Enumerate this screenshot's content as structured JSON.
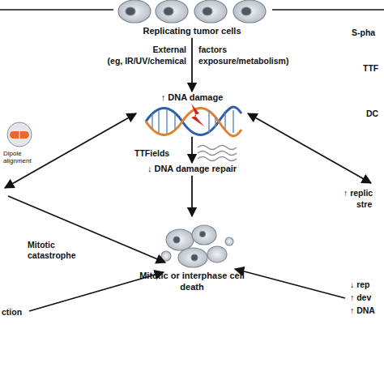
{
  "diagram": {
    "nodes": [
      {
        "text": [
          "Replicating tumor cells"
        ]
      },
      {
        "text": [
          "↑ DNA damage"
        ]
      },
      {
        "text": [
          "↓ DNA damage repair"
        ]
      },
      {
        "text": [
          "Mitotic or interphase cell death"
        ]
      }
    ],
    "edges": [
      {
        "from": 0,
        "to": 1,
        "arrow": "to"
      },
      {
        "from": 1,
        "to": 2,
        "arrow": "to"
      },
      {
        "from": 2,
        "to": 3,
        "arrow": "to"
      }
    ],
    "labels": [
      "External",
      "factors",
      "(eg, IR/UV/chemical",
      "exposure/metabolism)",
      "TTFields",
      "Dipole alignment",
      "Mitotic catastrophe",
      "ction",
      "S-pha",
      "TTF",
      "DC",
      "↑ replic",
      "stre",
      "↓ rep",
      "↑ dev",
      "↑ DNA"
    ]
  }
}
